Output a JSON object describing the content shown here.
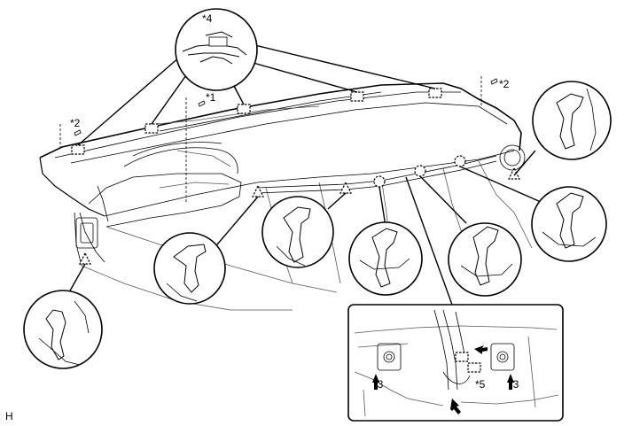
{
  "figure": {
    "labels": {
      "ref1": "*1",
      "ref2_left": "*2",
      "ref2_right": "*2",
      "ref3_left": "*3",
      "ref3_right": "*3",
      "ref4": "*4",
      "ref5": "*5",
      "corner": "H"
    }
  }
}
